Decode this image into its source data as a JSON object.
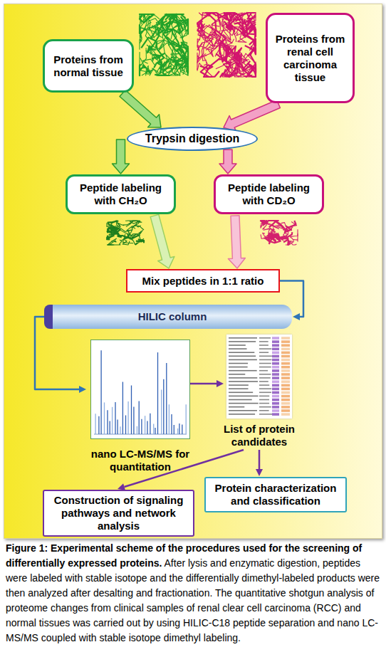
{
  "diagram": {
    "title": "Figure 1: Experimental scheme of the procedures used for the screening of differentially expressed proteins.",
    "caption": "After lysis and enzymatic digestion, peptides were labeled with stable isotope and the differentially dimethyl-labeled products were then analyzed after desalting and fractionation. The quantitative shotgun analysis of proteome changes from clinical samples of renal clear cell carcinoma (RCC) and normal tissues was carried out by using HILIC-C18 peptide separation and nano LC-MS/MS coupled with stable isotope dimethyl labeling.",
    "nodes": [
      {
        "text": [
          "Proteins from normal tissue"
        ]
      },
      {
        "text": [
          "Proteins from renal cell carcinoma tissue"
        ]
      },
      {
        "text": [
          "Trypsin digestion"
        ]
      },
      {
        "text": [
          "Peptide labeling with CH₂O"
        ]
      },
      {
        "text": [
          "Peptide labeling with CD₂O"
        ]
      },
      {
        "text": [
          "Mix peptides in 1:1 ratio"
        ]
      },
      {
        "text": [
          "HILIC column"
        ]
      },
      {
        "text": [
          "nano LC-MS/MS for quantitation"
        ]
      },
      {
        "text": [
          "List of protein candidates"
        ]
      },
      {
        "text": [
          "Construction of signaling pathways and network analysis"
        ]
      },
      {
        "text": [
          "Protein characterization and classification"
        ]
      }
    ],
    "edges": [
      {
        "from": 0,
        "to": 2,
        "arrow": "to"
      },
      {
        "from": 1,
        "to": 2,
        "arrow": "to"
      },
      {
        "from": 2,
        "to": 3,
        "arrow": "to"
      },
      {
        "from": 2,
        "to": 4,
        "arrow": "to"
      },
      {
        "from": 3,
        "to": 5,
        "arrow": "to"
      },
      {
        "from": 4,
        "to": 5,
        "arrow": "to"
      },
      {
        "from": 5,
        "to": 6,
        "arrow": "to"
      },
      {
        "from": 6,
        "to": 7,
        "arrow": "to"
      },
      {
        "from": 7,
        "to": 8,
        "arrow": "to"
      },
      {
        "from": 8,
        "to": 9,
        "arrow": "to"
      },
      {
        "from": 8,
        "to": 10,
        "arrow": "to"
      }
    ]
  }
}
